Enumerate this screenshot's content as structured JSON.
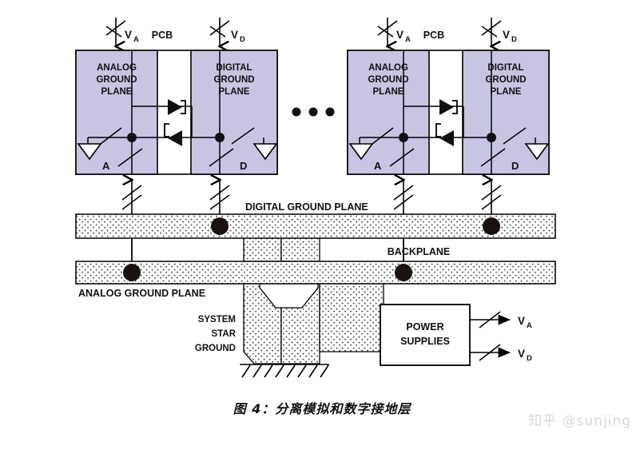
{
  "figure": {
    "caption": "图 4：分离模拟和数字接地层",
    "watermark": "知乎 @sunjing",
    "colors": {
      "ground_plane_fill": "#c7c5e2",
      "ground_plane_stroke": "#000000",
      "stipple_fill": "#fefefe",
      "line": "#000000",
      "watermark": "#d8d8d8"
    }
  },
  "modules": [
    {
      "id": "pcb-left",
      "pcb_label": "PCB",
      "analog_plane_label": [
        "ANALOG",
        "GROUND",
        "PLANE"
      ],
      "digital_plane_label": [
        "DIGITAL",
        "GROUND",
        "PLANE"
      ],
      "analog_ground_symbol_label": "A",
      "digital_ground_symbol_label": "D",
      "supply_left": {
        "label": "V",
        "subscript": "A"
      },
      "supply_right": {
        "label": "V",
        "subscript": "D"
      },
      "isolators": [
        "opto-isolator-forward",
        "opto-isolator-reverse"
      ]
    },
    {
      "id": "pcb-right",
      "pcb_label": "PCB",
      "analog_plane_label": [
        "ANALOG",
        "GROUND",
        "PLANE"
      ],
      "digital_plane_label": [
        "DIGITAL",
        "GROUND",
        "PLANE"
      ],
      "analog_ground_symbol_label": "A",
      "digital_ground_symbol_label": "D",
      "supply_left": {
        "label": "V",
        "subscript": "A"
      },
      "supply_right": {
        "label": "V",
        "subscript": "D"
      },
      "isolators": [
        "opto-isolator-forward",
        "opto-isolator-reverse"
      ]
    }
  ],
  "repeat_indicator": "• • •",
  "backplane": {
    "title": "BACKPLANE",
    "digital_plane_label": "DIGITAL GROUND PLANE",
    "analog_plane_label": "ANALOG GROUND PLANE",
    "star_ground_label": [
      "SYSTEM",
      "STAR",
      "GROUND"
    ]
  },
  "power_supplies": {
    "label": [
      "POWER",
      "SUPPLIES"
    ],
    "outputs": [
      {
        "label": "V",
        "subscript": "A"
      },
      {
        "label": "V",
        "subscript": "D"
      }
    ]
  }
}
